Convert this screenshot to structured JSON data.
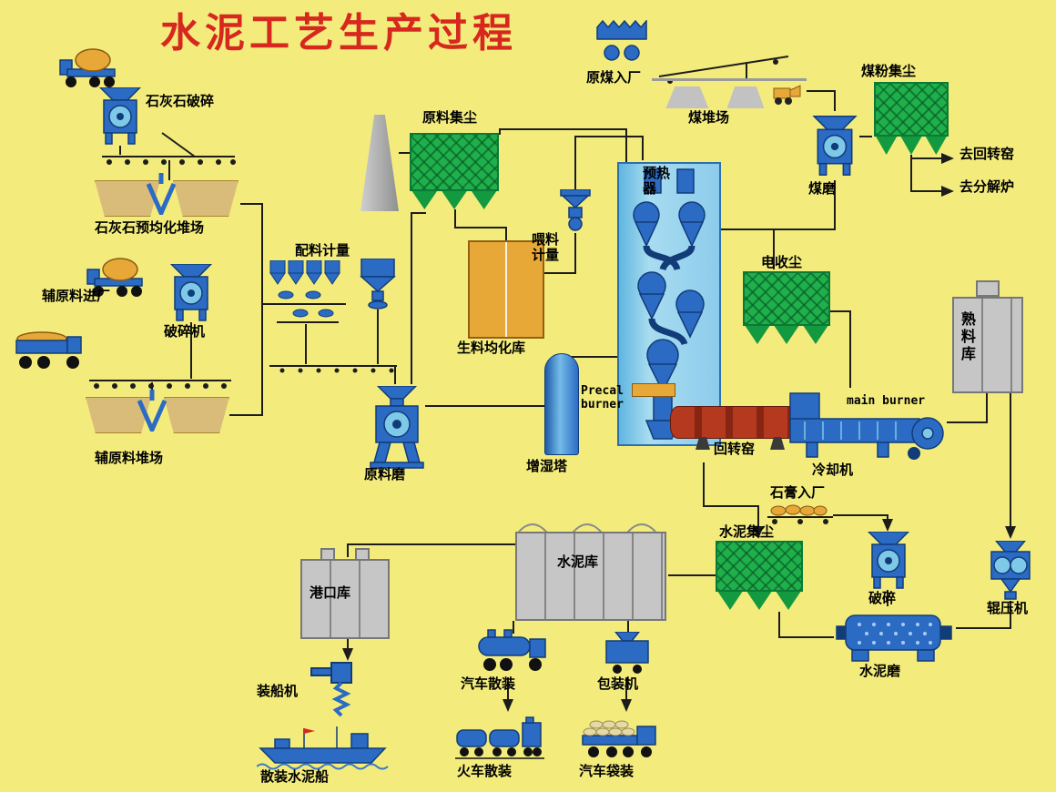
{
  "title": "水泥工艺生产过程",
  "colors": {
    "background": "#F3EC7D",
    "title_red": "#D6281E",
    "machine_blue": "#2B6BC4",
    "collector_green": "#1FAF4B",
    "silo_orange": "#E8A838",
    "tower_blue": "#8CCCEC",
    "kiln_red": "#B5391F",
    "silo_gray": "#C6C6C6"
  },
  "labels": {
    "limestone_crushing": "石灰石破碎",
    "limestone_yard": "石灰石预均化堆场",
    "aux_material_in": "辅原料进厂",
    "crusher_machine": "破碎机",
    "aux_material_yard": "辅原料堆场",
    "batching": "配料计量",
    "raw_dust": "原料集尘",
    "raw_mill": "原料磨",
    "raw_meal_silo": "生料均化库",
    "feed_metering": "喂料计量",
    "humidify_tower": "增湿塔",
    "preheater": "预热器",
    "precal_burner": "Precal burner",
    "rotary_kiln": "回转窑",
    "main_burner": "main burner",
    "cooler": "冷却机",
    "raw_coal_in": "原煤入厂",
    "coal_yard": "煤堆场",
    "coal_mill": "煤磨",
    "coal_dust": "煤粉集尘",
    "to_kiln": "去回转窑",
    "to_calciner": "去分解炉",
    "esp": "电收尘",
    "clinker_silo": "熟料库",
    "gypsum_in": "石膏入厂",
    "cement_dust": "水泥集尘",
    "crushing": "破碎",
    "roller_press": "辊压机",
    "cement_mill": "水泥磨",
    "cement_silo": "水泥库",
    "port_silo": "港口库",
    "ship_loader": "装船机",
    "bulk_ship": "散装水泥船",
    "truck_bulk": "汽车散装",
    "packer": "包装机",
    "train_bulk": "火车散装",
    "truck_bag": "汽车袋装"
  }
}
